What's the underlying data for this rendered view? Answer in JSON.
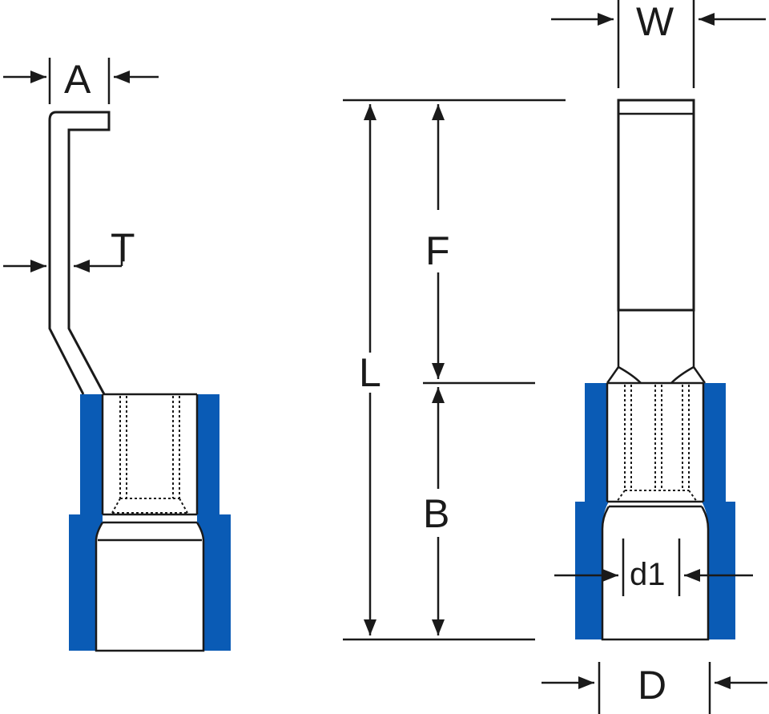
{
  "dimensions": {
    "A": "A",
    "T": "T",
    "W": "W",
    "L": "L",
    "F": "F",
    "B": "B",
    "d1": "d1",
    "D": "D"
  },
  "colors": {
    "insulation": "#0a5bb5",
    "outline": "#1a1a1a",
    "background": "#ffffff"
  }
}
